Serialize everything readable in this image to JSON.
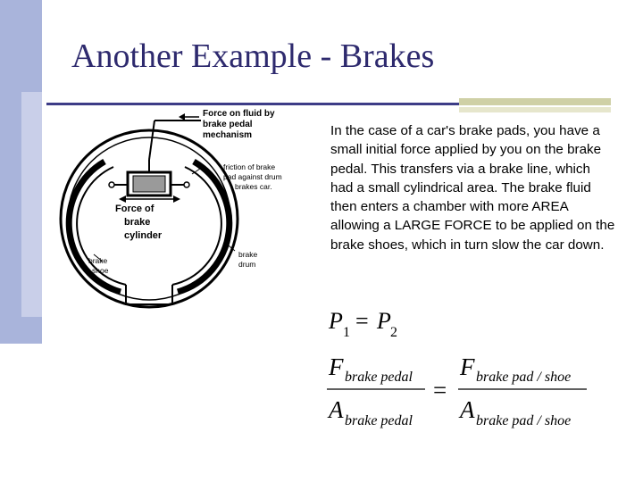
{
  "slide": {
    "title": "Another Example - Brakes",
    "body": "In the case of a car's brake pads, you have a small initial force applied by you on the brake pedal. This transfers via a brake line, which had a small cylindrical area. The brake fluid then enters a chamber with more AREA allowing a LARGE FORCE to be applied on the brake shoes, which in turn slow the car down."
  },
  "diagram": {
    "labels": {
      "force_on_fluid_1": "Force on fluid by",
      "force_on_fluid_2": "brake pedal",
      "force_on_fluid_3": "mechanism",
      "friction_1": "friction of brake",
      "friction_2": "pad against drum",
      "friction_3": "brakes car.",
      "force_cyl_1": "Force of",
      "force_cyl_2": "brake",
      "force_cyl_3": "cylinder",
      "shoe_1": "brake",
      "shoe_2": "shoe",
      "drum_1": "brake",
      "drum_2": "drum"
    }
  },
  "equations": {
    "eq1_p1": "P",
    "eq1_sub1": "1",
    "eq1_equals": "=",
    "eq1_p2": "P",
    "eq1_sub2": "2",
    "f_symbol": "F",
    "a_symbol": "A",
    "brake_pedal": "brake pedal",
    "brake_pad_shoe": "brake pad / shoe",
    "equals": "="
  }
}
